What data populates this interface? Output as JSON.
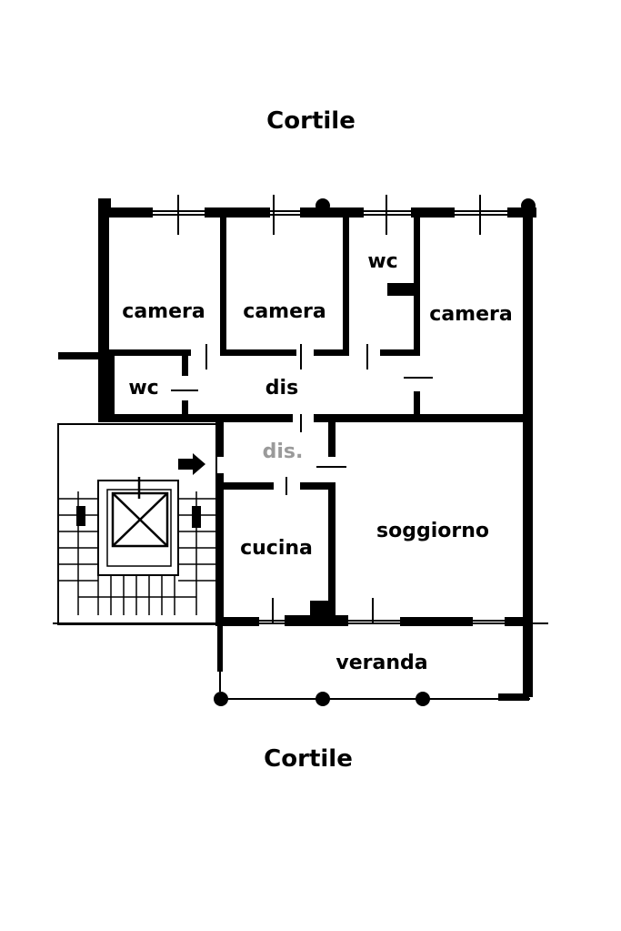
{
  "courtyard_top": "Cortile",
  "courtyard_bottom": "Cortile",
  "rooms": {
    "camera_1": "camera",
    "camera_2": "camera",
    "camera_3": "camera",
    "wc_top": "wc",
    "wc_left": "wc",
    "dis_hall": "dis",
    "dis_entry": "dis.",
    "cucina": "cucina",
    "soggiorno": "soggiorno",
    "veranda": "veranda"
  },
  "colors": {
    "wall": "#000000",
    "background": "#ffffff",
    "faded_label": "#9a9a9a"
  },
  "icons": {
    "entrance": "entrance-arrow-icon",
    "elevator": "elevator-icon",
    "stairs": "staircase-icon"
  }
}
